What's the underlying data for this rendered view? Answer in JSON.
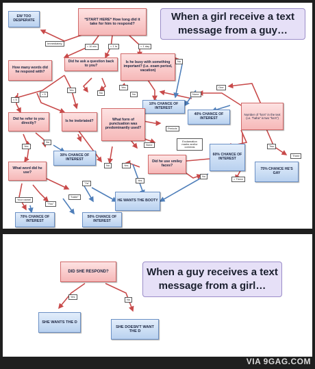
{
  "top": {
    "title": "When a girl receive a text message from a guy…",
    "nodes": {
      "ew": "EW TOO DESPERATE",
      "start": "*START HERE* How long did it take for him to respond?",
      "ask_q": "Did he ask a question back to you?",
      "busy": "Is he busy with something important? (i.e. exam period, vacation)",
      "words": "How many words did he respond with?",
      "ten": "10% CHANCE OF INTEREST",
      "forty": "40% CHANCE OF INTEREST",
      "number_ha": "Number of \"ha's\" in the text (i.e. \"haha\" is two \"ha's\")",
      "refer": "Did he refer to you directly?",
      "inebriated": "Is he inebriated?",
      "punct": "What form of punctuation was predominantly used?",
      "thirty": "30% CHANCE OF INTEREST",
      "sixty": "60% CHANCE OF INTEREST",
      "what_word": "What word did he use?",
      "smiley": "Did he use smiley faces?",
      "seventyfive": "75% CHANCE HE'S GAY",
      "booty": "HE WANTS THE BOOTY",
      "seventy": "70% CHANCE OF INTEREST",
      "fifty": "50% CHANCE OF INTEREST"
    },
    "labels": {
      "immediately": "Immediately",
      "lt10": "< 10 min",
      "lt1h": "< 1 hr",
      "lt1d": "< 1 day",
      "no_busy": "No",
      "yes_ask": "Yes",
      "no_ask": "No",
      "yes_busy": "Yes",
      "no_busy2": "No",
      "one": "One",
      "none_ha": "None",
      "lt5": "< 5",
      "gt5": "> 5",
      "periods": "Periods",
      "none_p": "None",
      "excl": "Exclamation marks and/or commas",
      "two": "Two",
      "three": "Three",
      "yes_ref": "Yes",
      "no_ref": "No",
      "no_ineb": "No",
      "yes_ineb": "Yes",
      "yes_sm": "Yes",
      "no_sm": "No",
      "ya": "\"Ya\"",
      "gt3": "> Three",
      "your_name": "Your name!",
      "babe": "\"babe\"",
      "you": "\"You\""
    }
  },
  "bottom": {
    "title": "When a guy receives a text message from a girl…",
    "nodes": {
      "respond": "DID SHE RESPOND?",
      "wants": "SHE WANTS THE D",
      "doesnt": "SHE DOESN'T WANT THE D"
    },
    "labels": {
      "yes": "Yes",
      "no": "No"
    }
  },
  "watermark": "VIA 9GAG.COM"
}
